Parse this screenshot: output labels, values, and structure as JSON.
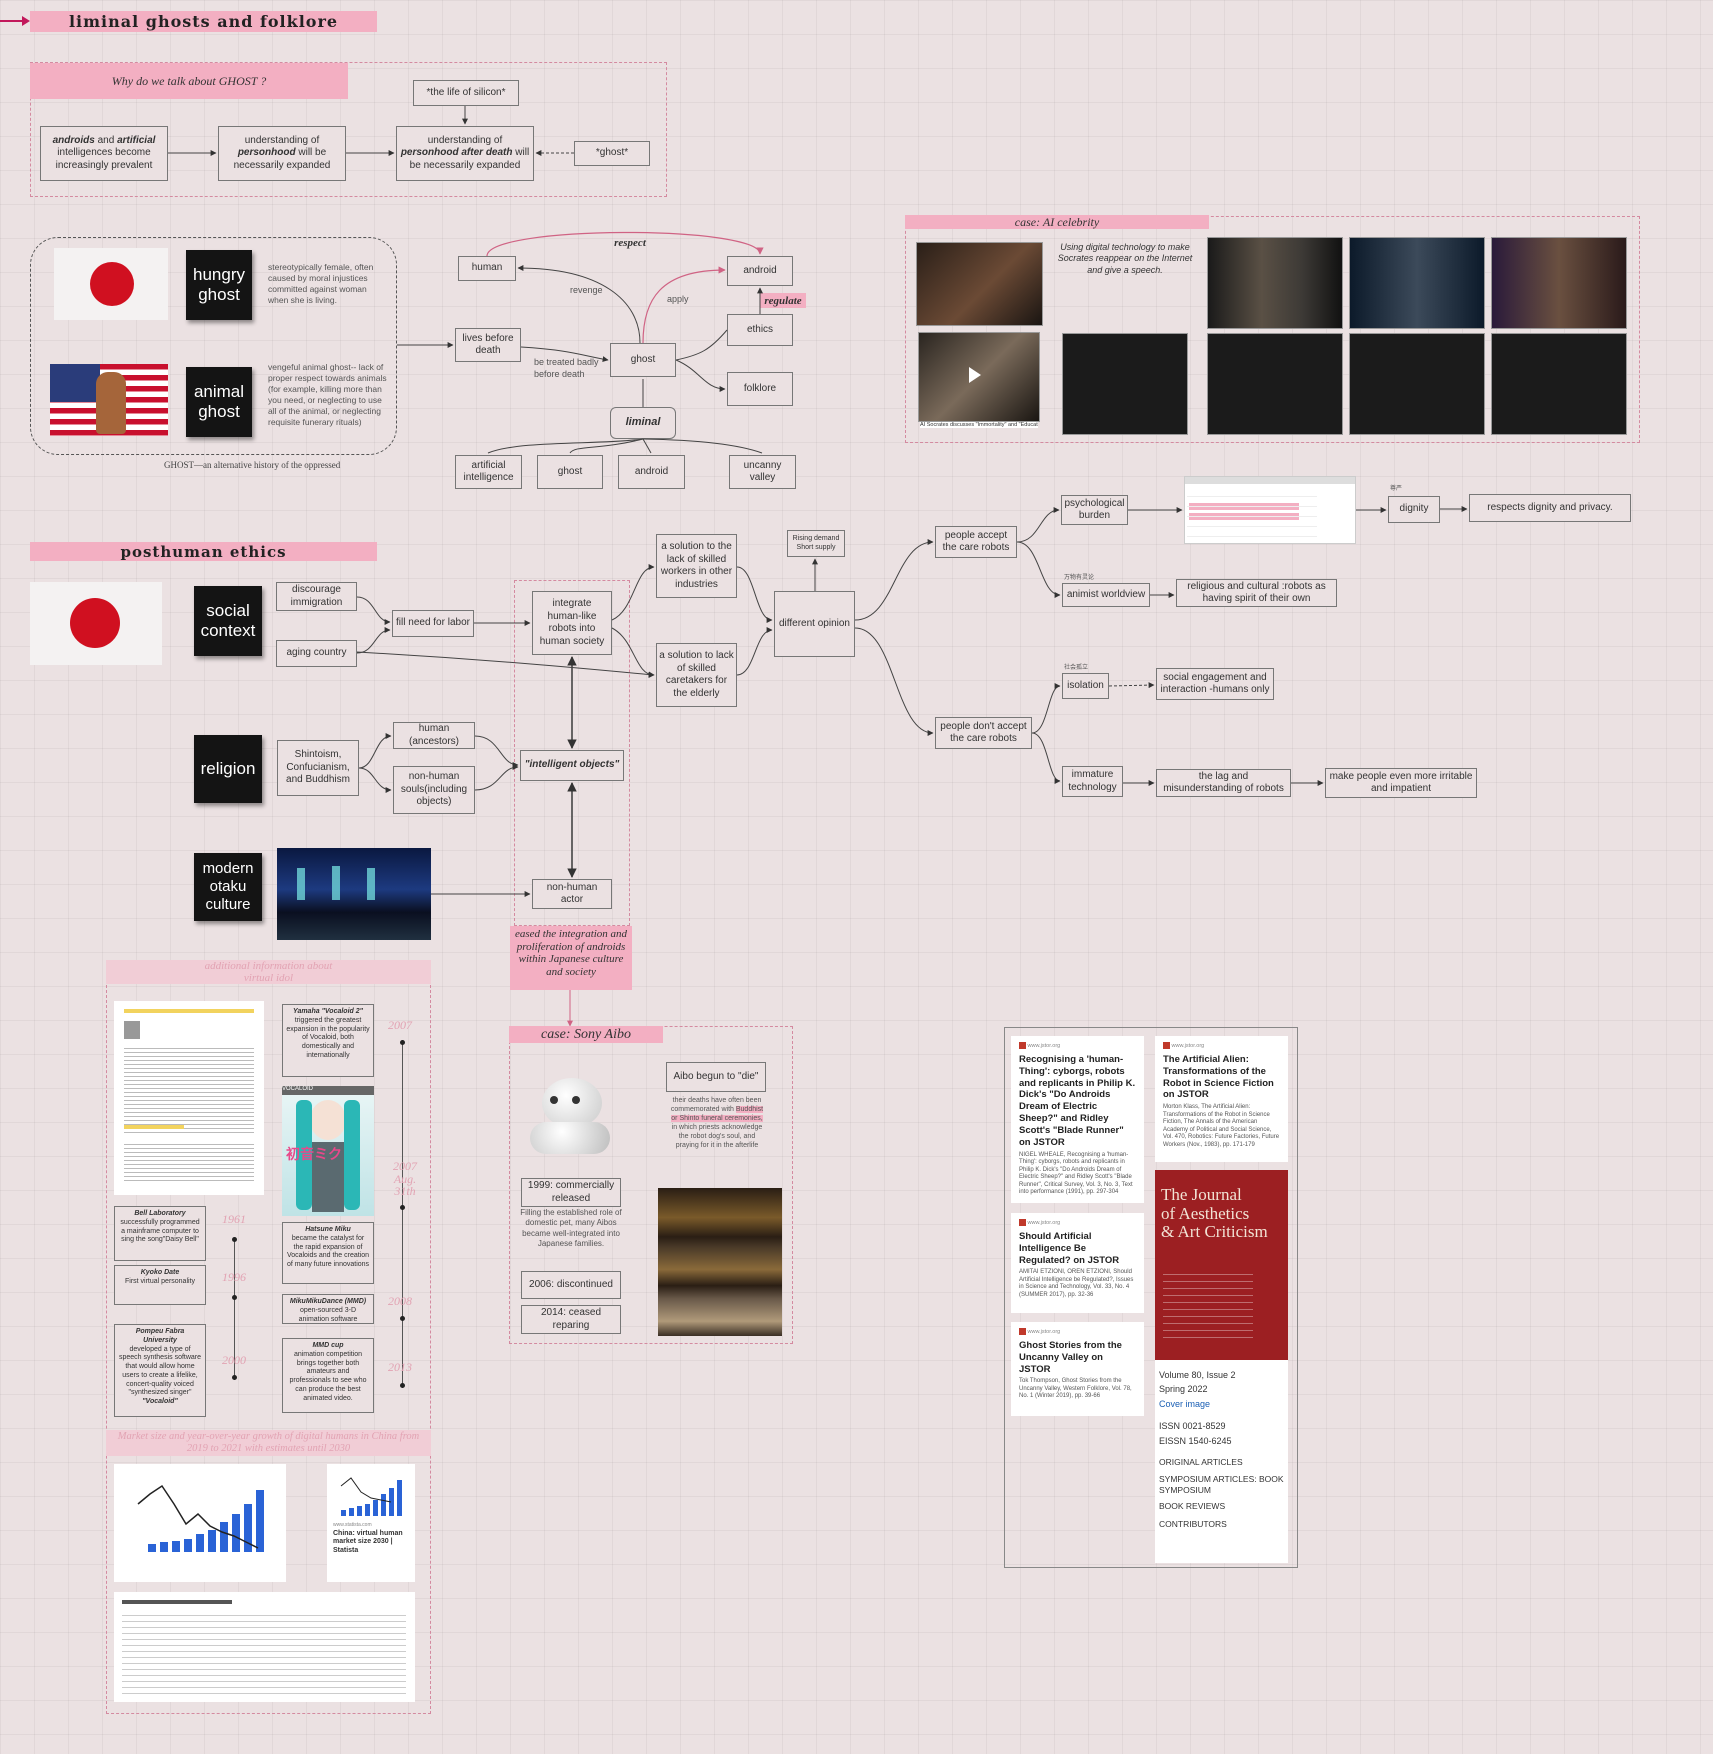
{
  "titles": {
    "section1": "liminal ghosts and folklore",
    "section2": "posthuman ethics",
    "why_ghost": "Why do we talk about GHOST ?",
    "ai_celebrity": "case: AI celebrity",
    "sony_aibo": "case: Sony Aibo",
    "additional_info": "additional information about virtual idol",
    "market_size": "Market size and year-over-year growth of digital humans in China from 2019 to 2021 with estimates until 2030",
    "ghost_caption": "GHOST—an alternative history of the oppressed"
  },
  "why_chain": {
    "a1": "androids",
    "a2": " and ",
    "a3": "artificial",
    "a4": " intelligences become increasingly prevalent",
    "b1": "understanding of ",
    "b2": "personhood",
    "b3": " will be necessarily expanded",
    "c1": "understanding of ",
    "c2": "personhood after death",
    "c3": " will be necessarily expanded",
    "silicon": "*the life of silicon*",
    "ghost": "*ghost*"
  },
  "ghost_types": {
    "hungry": "hungry ghost",
    "hungry_desc": "stereotypically female, often caused by moral injustices committed against woman when she is living.",
    "animal": "animal ghost",
    "animal_desc": "vengeful animal ghost-- lack of proper respect towards animals (for example, killing more than you need, or neglecting to use all of the animal, or neglecting requisite funerary rituals)"
  },
  "liminal_map": {
    "human": "human",
    "android": "android",
    "respect": "respect",
    "regulate": "regulate",
    "revenge": "revenge",
    "apply": "apply",
    "ethics": "ethics",
    "lives_before": "lives before death",
    "ghost": "ghost",
    "treated": "be treated badly before death",
    "folklore": "folklore",
    "liminal": "liminal",
    "ai": "artificial intelligence",
    "ghost2": "ghost",
    "android2": "android",
    "uncanny": "uncanny valley"
  },
  "ai_celebrity": {
    "desc": "Using digital technology to make Socrates reappear on the Internet and give a speech.",
    "yt_caption": "AI Socrates discusses \"Immortality\" and \"Educati..."
  },
  "posthuman": {
    "social": "social context",
    "religion": "religion",
    "otaku": "modern otaku culture",
    "discourage": "discourage immigration",
    "aging": "aging country",
    "fill_need": "fill need for labor",
    "integrate": "integrate human-like robots into human society",
    "solution1": "a solution to the lack of skilled workers in other industries",
    "solution2": "a solution to lack of skilled caretakers for the elderly",
    "shinto": "Shintoism, Confucianism, and Buddhism",
    "human_anc": "human (ancestors)",
    "nonhuman": "non-human souls(including objects)",
    "intelligent": "\"intelligent objects\"",
    "actor": "non-human actor",
    "eased": "eased the integration and proliferation of androids within Japanese culture and society",
    "rising": "Rising demand Short supply",
    "different": "different opinion",
    "accept": "people accept the care robots",
    "not_accept": "people don't accept the care robots",
    "psych": "psychological burden",
    "animist": "animist worldview",
    "religious": "religious and cultural :robots as having spirit of their own",
    "dignity": "dignity",
    "respects": "respects dignity and privacy.",
    "isolation": "isolation",
    "social_eng": "social engagement and interaction -humans only",
    "immature": "immature technology",
    "lag": "the lag and misunderstanding of robots",
    "irritable": "make people even more irritable and impatient",
    "zh1": "万物有灵论",
    "zh2": "社会孤立",
    "zh3": "尊严"
  },
  "aibo": {
    "die": "Aibo begun to \"die\"",
    "die_desc_1": "their deaths have often been commemorated with ",
    "die_desc_hl": "Buddhist or Shinto funeral ceremonies,",
    "die_desc_2": " in which priests acknowledge the robot dog's soul, and praying  for it in the afterlife",
    "y1999": "1999:  commercially released",
    "y1999_desc": "Filling the established role of domestic pet, many Aibos became well-integrated into Japanese families.",
    "y2006": "2006: discontinued",
    "y2014": "2014: ceased reparing"
  },
  "virtual_idol": {
    "yamaha_t": "Yamaha \"Vocaloid 2\"",
    "yamaha_d": "triggered the greatest expansion in the popularity of Vocaloid, both  domestically and internationally",
    "bell_t": "Bell Laboratory",
    "bell_d": "successfully programmed a mainframe computer to sing the song\"Daisy Bell\"",
    "kyoko_t": "Kyoko Date",
    "kyoko_d": "First virtual personality",
    "pompeu_t": "Pompeu Fabra University",
    "pompeu_d": "developed a type of speech synthesis software that would allow home users to create a lifelike, concert-quality voiced \"synthesized singer\"",
    "pompeu_v": "\"Vocaloid\"",
    "miku_t": "Hatsune Miku",
    "miku_d": "became the catalyst for the rapid expansion of Vocaloids and the creation of many future innovations",
    "mmd_t": "MikuMikuDance (MMD)",
    "mmd_d": "open-sourced 3-D animation software",
    "mmdcup_t": "MMD cup",
    "mmdcup_d": "animation competition brings together both amateurs and professionals to see who can produce the best animated video.",
    "y2007": "2007",
    "y2007b": "2007 Aug. 31th",
    "y2008": "2008",
    "y2013": "2013",
    "y1961": "1961",
    "y1996": "1996",
    "y2000": "2000",
    "vocaloid_logo": "VOCALOID",
    "miku_jp": "初音ミク",
    "statista_t": "China: virtual human market size 2030 | Statista",
    "statista_src": "www.statista.com"
  },
  "jstor": {
    "site": "www.jstor.org",
    "c1_t": "Recognising a 'human-Thing': cyborgs, robots and replicants in Philip K. Dick's \"Do Androids Dream of Electric Sheep?\" and Ridley Scott's \"Blade Runner\" on JSTOR",
    "c1_d": "NIGEL WHEALE, Recognising a 'human-Thing': cyborgs, robots and replicants in Philip K. Dick's \"Do Androids Dream of Electric Sheep?\" and Ridley Scott's \"Blade Runner\", Critical Survey, Vol. 3, No. 3, Text into performance (1991), pp. 297-304",
    "c2_t": "The Artificial Alien: Transformations of the Robot in Science Fiction on JSTOR",
    "c2_d": "Morton Klass, The Artificial Alien: Transformations of the Robot in Science Fiction, The Annals of the American Academy of Political and Social Science, Vol. 470, Robotics: Future Factories, Future Workers (Nov., 1983), pp. 171-179",
    "c3_t": "Should Artificial Intelligence Be Regulated? on JSTOR",
    "c3_d": "AMITAI ETZIONI, OREN ETZIONI, Should Artificial Intelligence be Regulated?, Issues in Science and Technology, Vol. 33, No. 4 (SUMMER 2017), pp. 32-36",
    "c4_t": "Ghost Stories from the Uncanny Valley on JSTOR",
    "c4_d": "Tok Thompson, Ghost Stories from the Uncanny Valley, Western Folklore, Vol. 78, No. 1 (Winter 2019), pp. 39-66",
    "journal_1": "The Journal",
    "journal_2": "of Aesthetics",
    "journal_3": "& Art Criticism",
    "vol": "Volume 80, Issue 2",
    "season": "Spring 2022",
    "cover": "Cover image",
    "issn": "ISSN 0021-8529",
    "eissn": "EISSN 1540-6245",
    "m1": "ORIGINAL ARTICLES",
    "m2": "SYMPOSIUM ARTICLES: BOOK SYMPOSIUM",
    "m3": "BOOK REVIEWS",
    "m4": "CONTRIBUTORS"
  },
  "colors": {
    "accent_pink": "#f3afc2",
    "canvas": "#ebe1e2",
    "journal_red": "#9c1f22"
  }
}
